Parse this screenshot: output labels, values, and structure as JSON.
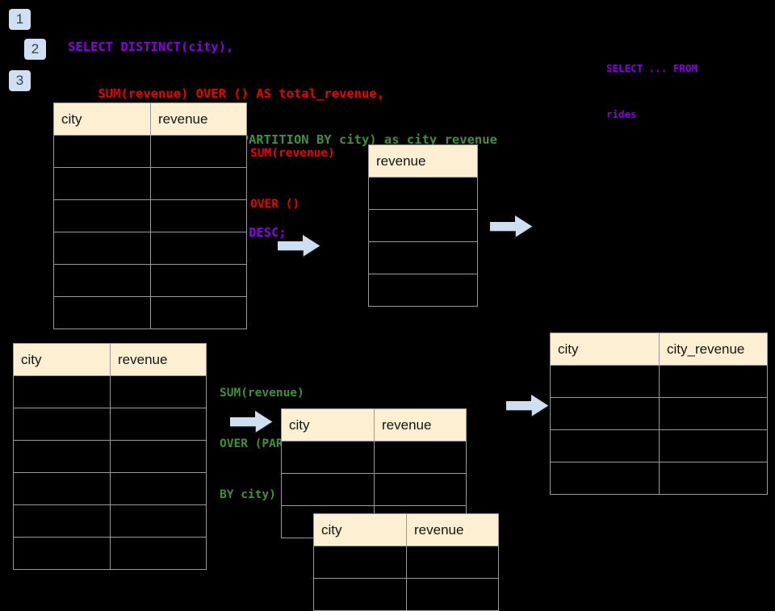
{
  "page": {
    "background": "#000000",
    "title": "SQL window function query walkthrough"
  },
  "colors": {
    "badge_bg": "#cfe0f2",
    "badge_text": "#3c4043",
    "header_bg": "#fdefd2",
    "cell_bg": "#000000",
    "grid_line": "#9a9a9a",
    "arrow_fill": "#cedff2",
    "sql_purple": "#8b00e0",
    "sql_red": "#ef0000",
    "sql_green": "#41903f"
  },
  "badges": [
    {
      "label": "1"
    },
    {
      "label": "2"
    },
    {
      "label": "3"
    }
  ],
  "sql": {
    "lines": [
      {
        "text": "SELECT DISTINCT(city),",
        "color": "purple"
      },
      {
        "text": "    SUM(revenue) OVER () AS total_revenue,",
        "color": "red"
      },
      {
        "text": "    SUM(revenue) OVER (PARTITION BY city) as city_revenue",
        "color": "green"
      },
      {
        "text": "  FROM rides",
        "color": "purple"
      },
      {
        "text": "  ORDER by city_revenue DESC;",
        "color": "purple"
      }
    ]
  },
  "sidenote": {
    "line1": "SELECT ... FROM",
    "line2": "rides"
  },
  "annotations": {
    "over_empty": {
      "line1": "SUM(revenue)",
      "line2": "OVER ()",
      "color": "red"
    },
    "over_partition": {
      "line1": "SUM(revenue)",
      "line2": "OVER (PARTITION",
      "line3": "BY city)",
      "color": "green"
    }
  },
  "tables": {
    "source_top": {
      "name": "rides source table (top)",
      "headers": [
        "city",
        "revenue"
      ],
      "body_rows": 6,
      "rows": [
        [
          "",
          ""
        ],
        [
          "",
          ""
        ],
        [
          "",
          ""
        ],
        [
          "",
          ""
        ],
        [
          "",
          ""
        ],
        [
          "",
          ""
        ]
      ]
    },
    "total_revenue": {
      "name": "total revenue result",
      "headers": [
        "revenue"
      ],
      "body_rows": 4,
      "rows": [
        [
          ""
        ],
        [
          ""
        ],
        [
          ""
        ],
        [
          ""
        ]
      ]
    },
    "source_bottom": {
      "name": "rides source table (bottom)",
      "headers": [
        "city",
        "revenue"
      ],
      "body_rows": 6,
      "rows": [
        [
          "",
          ""
        ],
        [
          "",
          ""
        ],
        [
          "",
          ""
        ],
        [
          "",
          ""
        ],
        [
          "",
          ""
        ],
        [
          "",
          ""
        ]
      ]
    },
    "partition_back": {
      "name": "partition group (back)",
      "headers": [
        "city",
        "revenue"
      ],
      "body_rows": 3,
      "rows": [
        [
          "",
          ""
        ],
        [
          "",
          ""
        ],
        [
          "",
          ""
        ]
      ]
    },
    "partition_front": {
      "name": "partition group (front)",
      "headers": [
        "city",
        "revenue"
      ],
      "body_rows": 2,
      "rows": [
        [
          "",
          ""
        ],
        [
          "",
          ""
        ]
      ]
    },
    "final_result": {
      "name": "final result table",
      "headers": [
        "city",
        "city_revenue"
      ],
      "body_rows": 4,
      "rows": [
        [
          "",
          ""
        ],
        [
          "",
          ""
        ],
        [
          "",
          ""
        ],
        [
          "",
          ""
        ]
      ]
    }
  },
  "arrows": [
    {
      "name": "arrow-source-to-total",
      "direction": "right"
    },
    {
      "name": "arrow-total-to-final",
      "direction": "right"
    },
    {
      "name": "arrow-source-to-partition",
      "direction": "right"
    },
    {
      "name": "arrow-partition-to-final",
      "direction": "right"
    }
  ]
}
